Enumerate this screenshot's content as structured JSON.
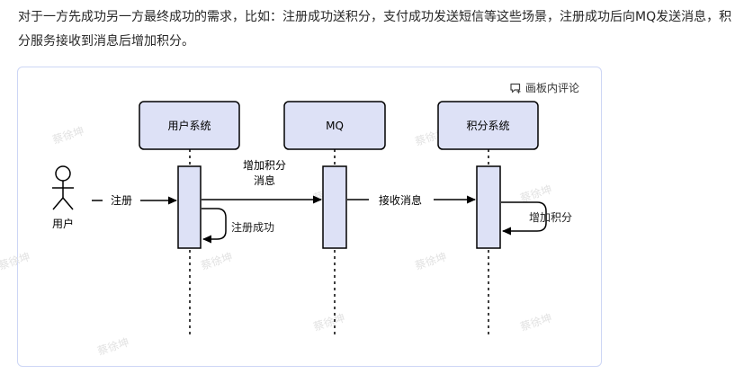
{
  "paragraph": "对于一方先成功另一方最终成功的需求，比如：注册成功送积分，支付成功发送短信等这些场景，注册成功后向MQ发送消息，积分服务接收到消息后增加积分。",
  "board": {
    "comment_label": "画板内评论"
  },
  "watermark": "蔡徐坤",
  "diagram": {
    "actor_label": "用户",
    "participants": [
      "用户系统",
      "MQ",
      "积分系统"
    ],
    "messages": {
      "register": "注册",
      "add_points_msg_line1": "增加积分",
      "add_points_msg_line2": "消息",
      "register_success": "注册成功",
      "receive_msg": "接收消息",
      "add_points": "增加积分"
    }
  }
}
